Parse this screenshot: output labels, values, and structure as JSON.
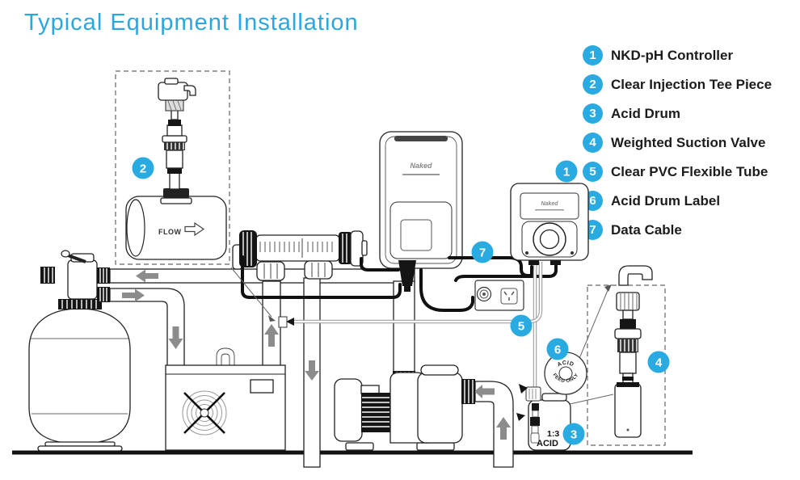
{
  "title": "Typical Equipment Installation",
  "colors": {
    "accent": "#29abe2",
    "line": "#1a1a1a",
    "arrow": "#8c8c8c"
  },
  "legend": {
    "items": [
      {
        "number": "1",
        "label": "NKD-pH Controller"
      },
      {
        "number": "2",
        "label": "Clear Injection Tee Piece"
      },
      {
        "number": "3",
        "label": "Acid Drum"
      },
      {
        "number": "4",
        "label": "Weighted Suction Valve"
      },
      {
        "number": "5",
        "label": "Clear PVC Flexible Tube"
      },
      {
        "number": "6",
        "label": "Acid Drum Label"
      },
      {
        "number": "7",
        "label": "Data Cable"
      }
    ]
  },
  "diagram": {
    "flow_label": "FLOW",
    "brand_logo": "Naked",
    "drum_text_ratio": "1:3",
    "drum_text_acid": "ACID",
    "drum_label_top": "ACID",
    "drum_label_bottom": "FEED ONLY",
    "callouts": {
      "c1": "1",
      "c2": "2",
      "c3": "3",
      "c4": "4",
      "c5": "5",
      "c6": "6",
      "c7": "7"
    }
  }
}
